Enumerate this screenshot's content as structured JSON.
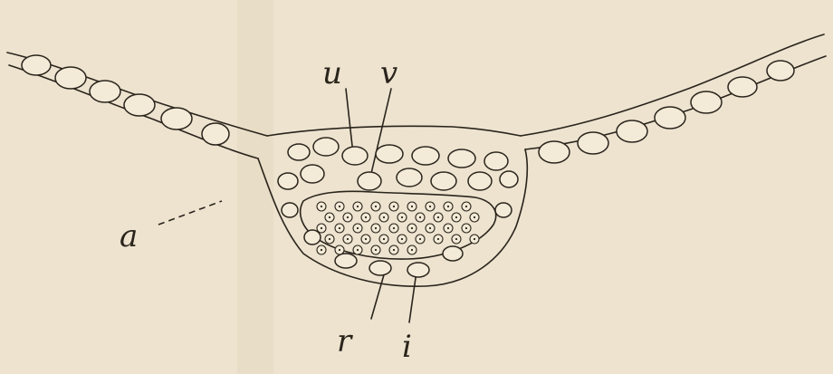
{
  "figure": {
    "labels": {
      "top_left": "u",
      "top_right": "v",
      "left": "a",
      "bottom_left": "r",
      "bottom_right": "i"
    },
    "colors": {
      "paper": "#ede3cf",
      "ink": "#2a241c",
      "cell_fill": "#f3ead7"
    }
  }
}
